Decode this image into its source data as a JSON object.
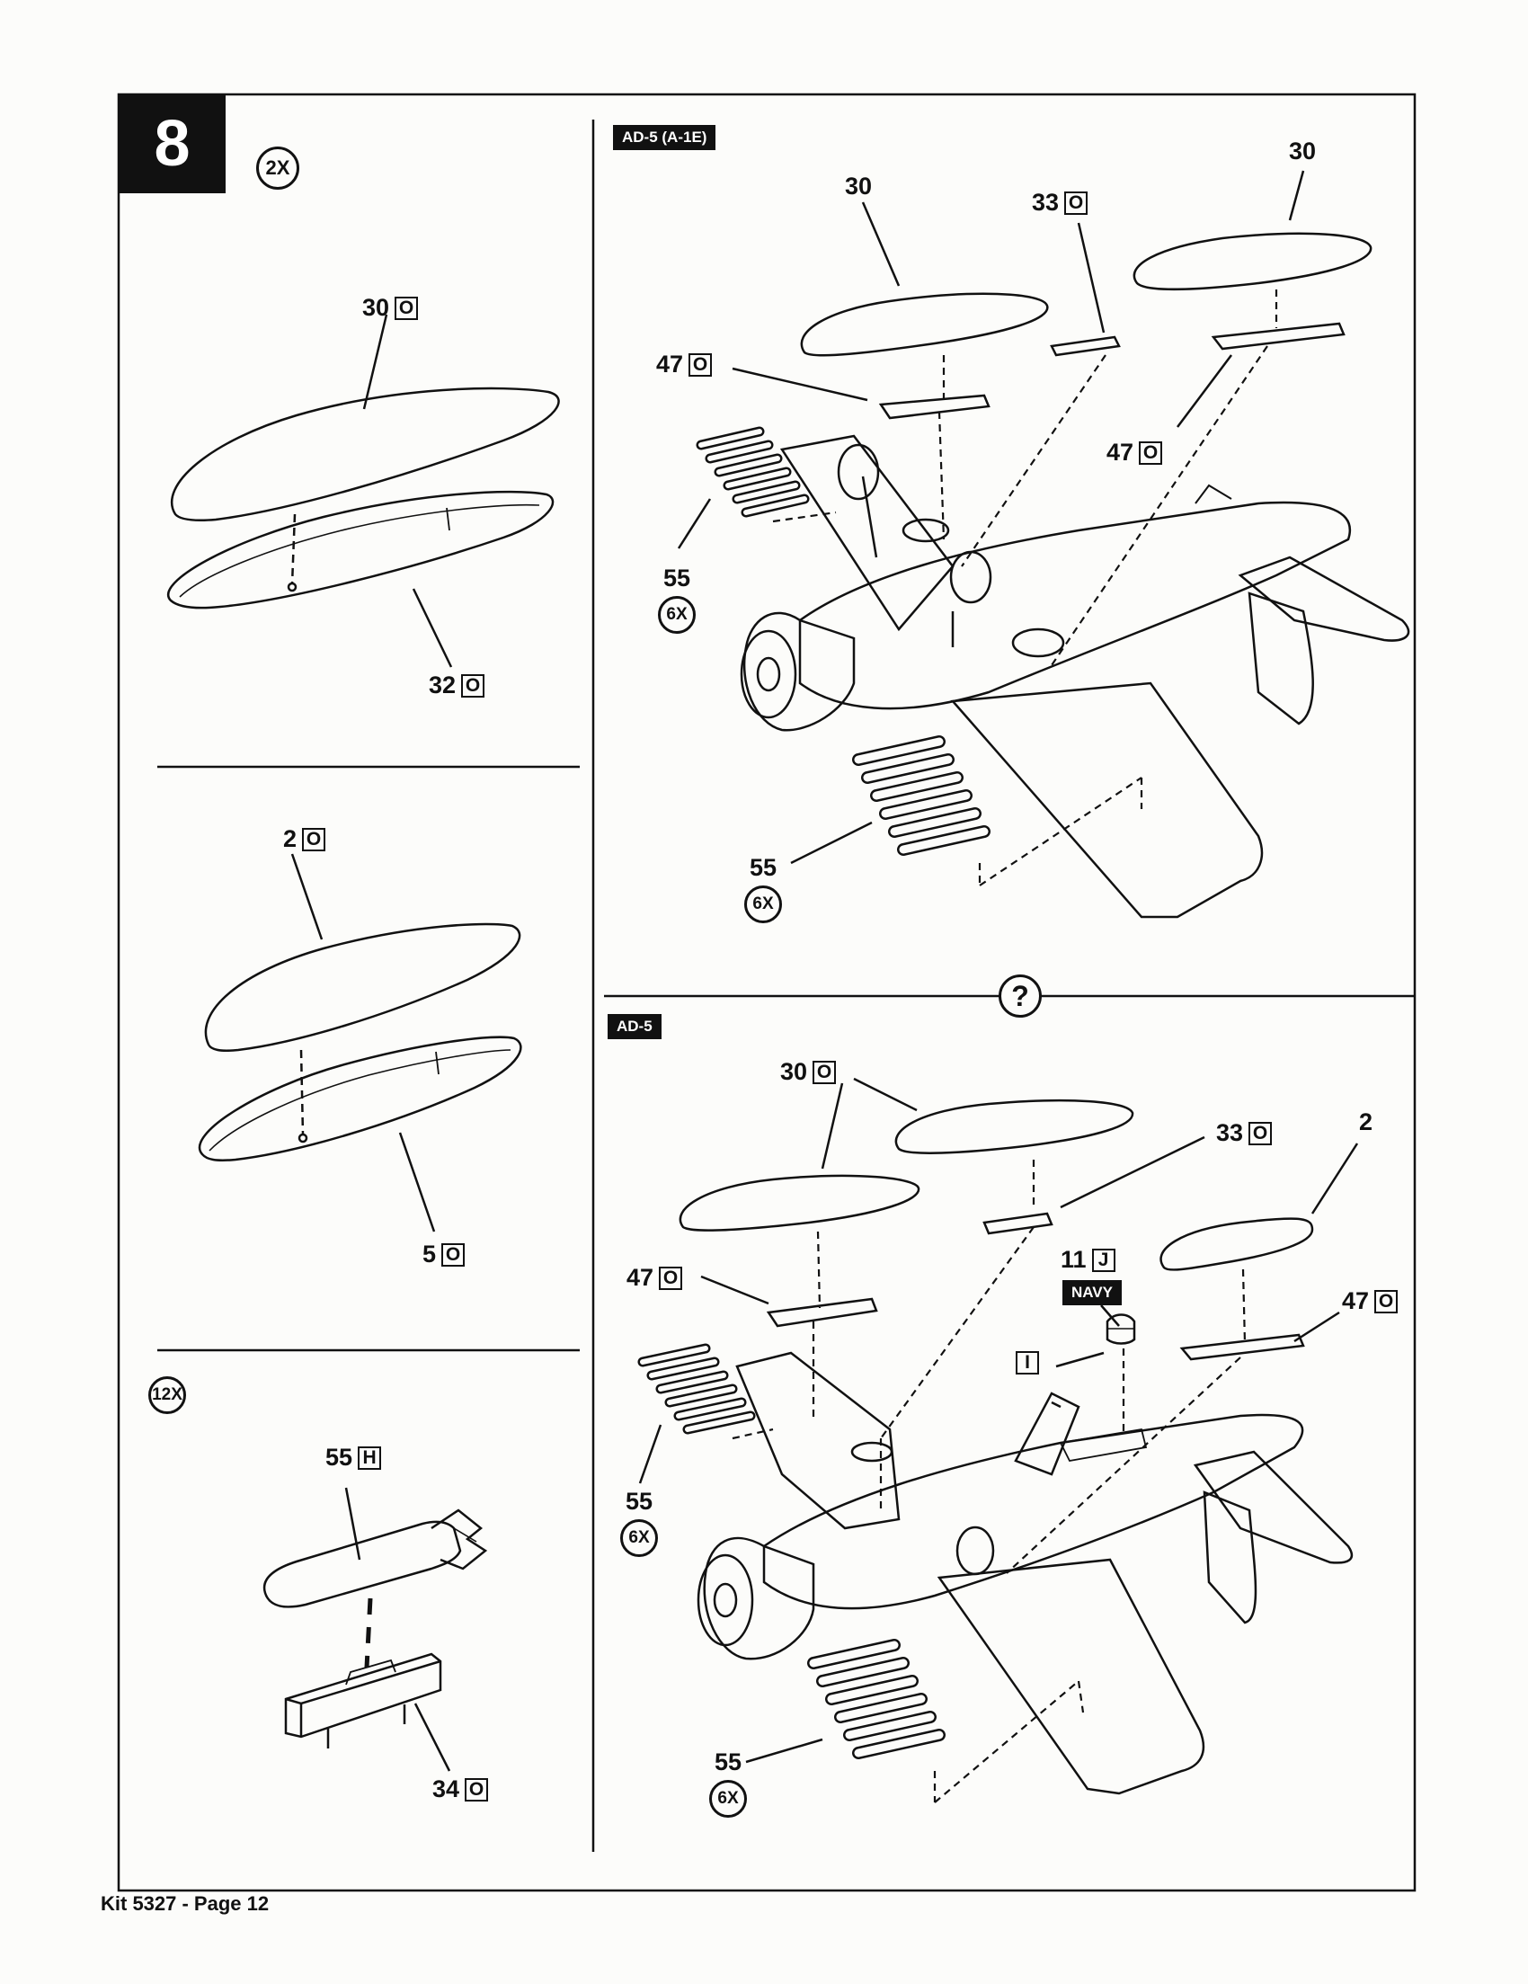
{
  "step": {
    "number": "8",
    "quantity": "2X"
  },
  "footer": {
    "text": "Kit 5327 - Page 12"
  },
  "left_panel": {
    "tank_1": {
      "top": {
        "part": "30",
        "sprue": "O"
      },
      "bottom": {
        "part": "32",
        "sprue": "O"
      }
    },
    "tank_2": {
      "top": {
        "part": "2",
        "sprue": "O"
      },
      "bottom": {
        "part": "5",
        "sprue": "O"
      }
    },
    "bomb": {
      "quantity": "12X",
      "bomb": {
        "part": "55",
        "sprue": "H"
      },
      "rack": {
        "part": "34",
        "sprue": "O"
      }
    }
  },
  "top_right": {
    "variant": "AD-5 (A-1E)",
    "tank_left": {
      "part": "30"
    },
    "tank_right": {
      "part": "30"
    },
    "pylon_center": {
      "part": "33",
      "sprue": "O"
    },
    "pylon_left": {
      "part": "47",
      "sprue": "O"
    },
    "pylon_right": {
      "part": "47",
      "sprue": "O"
    },
    "bombs_left": {
      "part": "55",
      "quantity": "6X"
    },
    "bombs_right": {
      "part": "55",
      "quantity": "6X"
    }
  },
  "help_symbol": "?",
  "bottom_right": {
    "variant": "AD-5",
    "tank_center": {
      "part": "30",
      "sprue": "O"
    },
    "tank_right": {
      "part": "2"
    },
    "pylon_center": {
      "part": "33",
      "sprue": "O"
    },
    "pylon_left": {
      "part": "47",
      "sprue": "O"
    },
    "pylon_right": {
      "part": "47",
      "sprue": "O"
    },
    "antenna": {
      "part": "11",
      "sprue": "J",
      "note": "NAVY"
    },
    "clear_part": {
      "sprue": "I"
    },
    "bombs_left": {
      "part": "55",
      "quantity": "6X"
    },
    "bombs_right": {
      "part": "55",
      "quantity": "6X"
    }
  }
}
